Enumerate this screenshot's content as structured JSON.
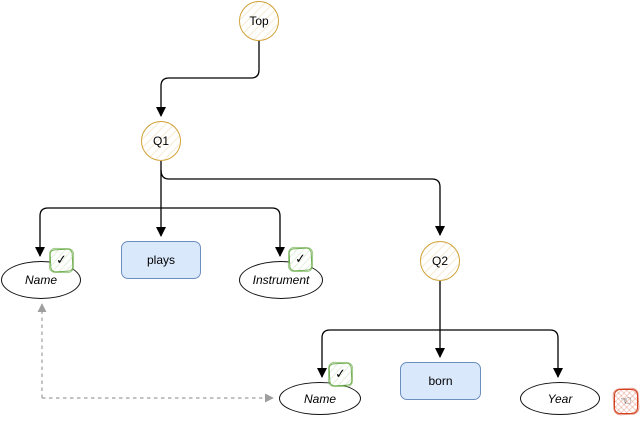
{
  "diagram": {
    "type": "tree",
    "nodes": {
      "top": {
        "label": "Top",
        "shape": "circle"
      },
      "q1": {
        "label": "Q1",
        "shape": "circle"
      },
      "q2": {
        "label": "Q2",
        "shape": "circle"
      },
      "name1": {
        "label": "Name",
        "shape": "ellipse",
        "checked": true
      },
      "plays": {
        "label": "plays",
        "shape": "rounded-rect"
      },
      "instrument": {
        "label": "Instrument",
        "shape": "ellipse",
        "checked": true
      },
      "name2": {
        "label": "Name",
        "shape": "ellipse",
        "checked": true
      },
      "born": {
        "label": "born",
        "shape": "rounded-rect"
      },
      "year": {
        "label": "Year",
        "shape": "ellipse",
        "checked": false
      }
    },
    "edges": [
      {
        "from": "Top",
        "to": "Q1",
        "style": "solid-arrow"
      },
      {
        "from": "Q1",
        "to": "Name",
        "style": "solid-arrow"
      },
      {
        "from": "Q1",
        "to": "plays",
        "style": "solid-arrow"
      },
      {
        "from": "Q1",
        "to": "Instrument",
        "style": "solid-arrow"
      },
      {
        "from": "Q1",
        "to": "Q2",
        "style": "solid-arrow"
      },
      {
        "from": "Q2",
        "to": "Name",
        "style": "solid-arrow"
      },
      {
        "from": "Q2",
        "to": "born",
        "style": "solid-arrow"
      },
      {
        "from": "Q2",
        "to": "Year",
        "style": "solid-arrow"
      },
      {
        "from": "Name (bottom)",
        "to": "Name (top)",
        "style": "dashed-gray-double-arrow"
      }
    ],
    "badges": {
      "check_glyph": "✓",
      "hand_glyph": "☜"
    },
    "colors": {
      "circle_stroke": "#d0a136",
      "rect_fill": "#dae8fc",
      "rect_stroke": "#6c8ebf",
      "ellipse_stroke": "#111111",
      "checkbox_green": "#6fae4e",
      "stamp_red": "#d2401e",
      "edge_black": "#000000",
      "dashed_gray": "#9e9e9e"
    }
  }
}
